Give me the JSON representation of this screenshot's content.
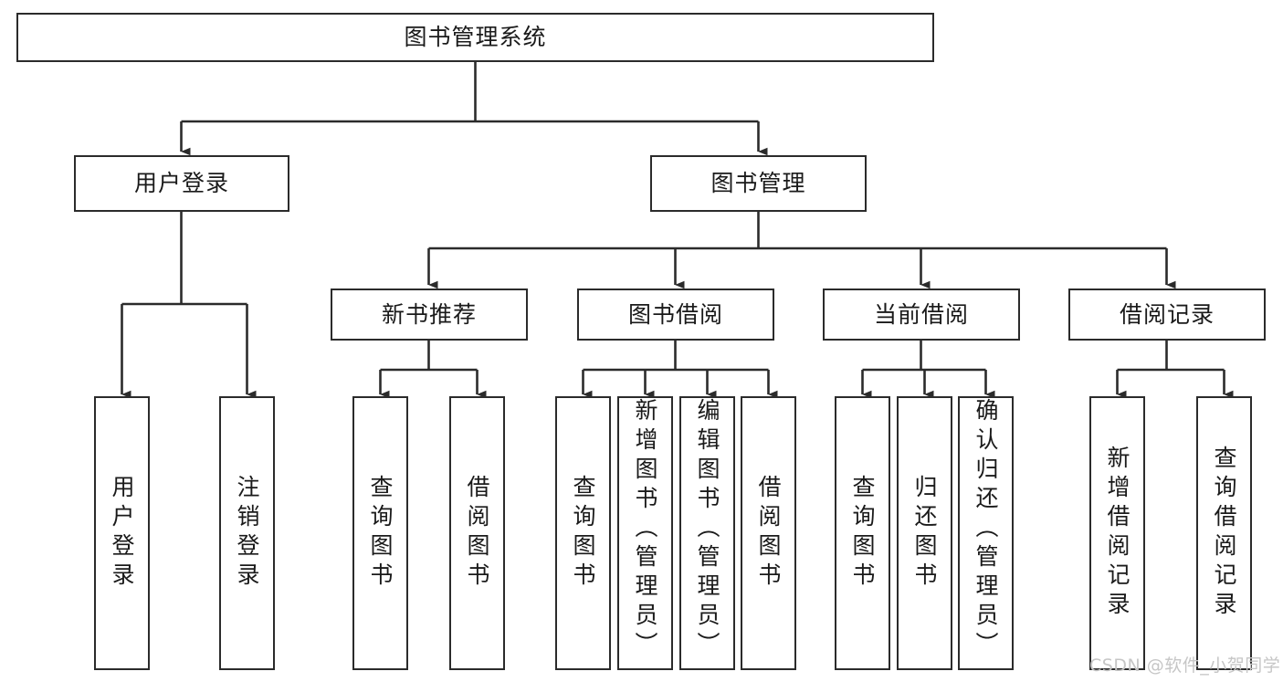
{
  "diagram": {
    "type": "tree-hierarchy",
    "title": "图书管理系统",
    "watermark": "CSDN @软件_小贺同学",
    "colors": {
      "stroke": "#2b2b2b",
      "fill": "#ffffff",
      "text": "#1a1a1a",
      "watermark": "#c6c6c6"
    },
    "nodes": {
      "root": {
        "label": "图书管理系统"
      },
      "level2": [
        {
          "id": "user-login",
          "label": "用户登录"
        },
        {
          "id": "book-manage",
          "label": "图书管理"
        }
      ],
      "level3": [
        {
          "id": "new-book-recommend",
          "label": "新书推荐"
        },
        {
          "id": "book-borrow",
          "label": "图书借阅"
        },
        {
          "id": "current-borrow",
          "label": "当前借阅"
        },
        {
          "id": "borrow-record",
          "label": "借阅记录"
        }
      ],
      "leaves": {
        "user_login": [
          {
            "id": "leaf-user-login",
            "label": "用户登录"
          },
          {
            "id": "leaf-logout-login",
            "label": "注销登录"
          }
        ],
        "new_book_recommend": [
          {
            "id": "leaf-query-book-1",
            "label": "查询图书"
          },
          {
            "id": "leaf-borrow-book-1",
            "label": "借阅图书"
          }
        ],
        "book_borrow": [
          {
            "id": "leaf-query-book-2",
            "label": "查询图书"
          },
          {
            "id": "leaf-add-book",
            "label": "新增图书（管理员）"
          },
          {
            "id": "leaf-edit-book",
            "label": "编辑图书（管理员）"
          },
          {
            "id": "leaf-borrow-book-2",
            "label": "借阅图书"
          }
        ],
        "current_borrow": [
          {
            "id": "leaf-query-book-3",
            "label": "查询图书"
          },
          {
            "id": "leaf-return-book",
            "label": "归还图书"
          },
          {
            "id": "leaf-confirm-return",
            "label": "确认归还（管理员）"
          }
        ],
        "borrow_record": [
          {
            "id": "leaf-add-record",
            "label": "新增借阅记录"
          },
          {
            "id": "leaf-query-record",
            "label": "查询借阅记录"
          }
        ]
      }
    }
  }
}
